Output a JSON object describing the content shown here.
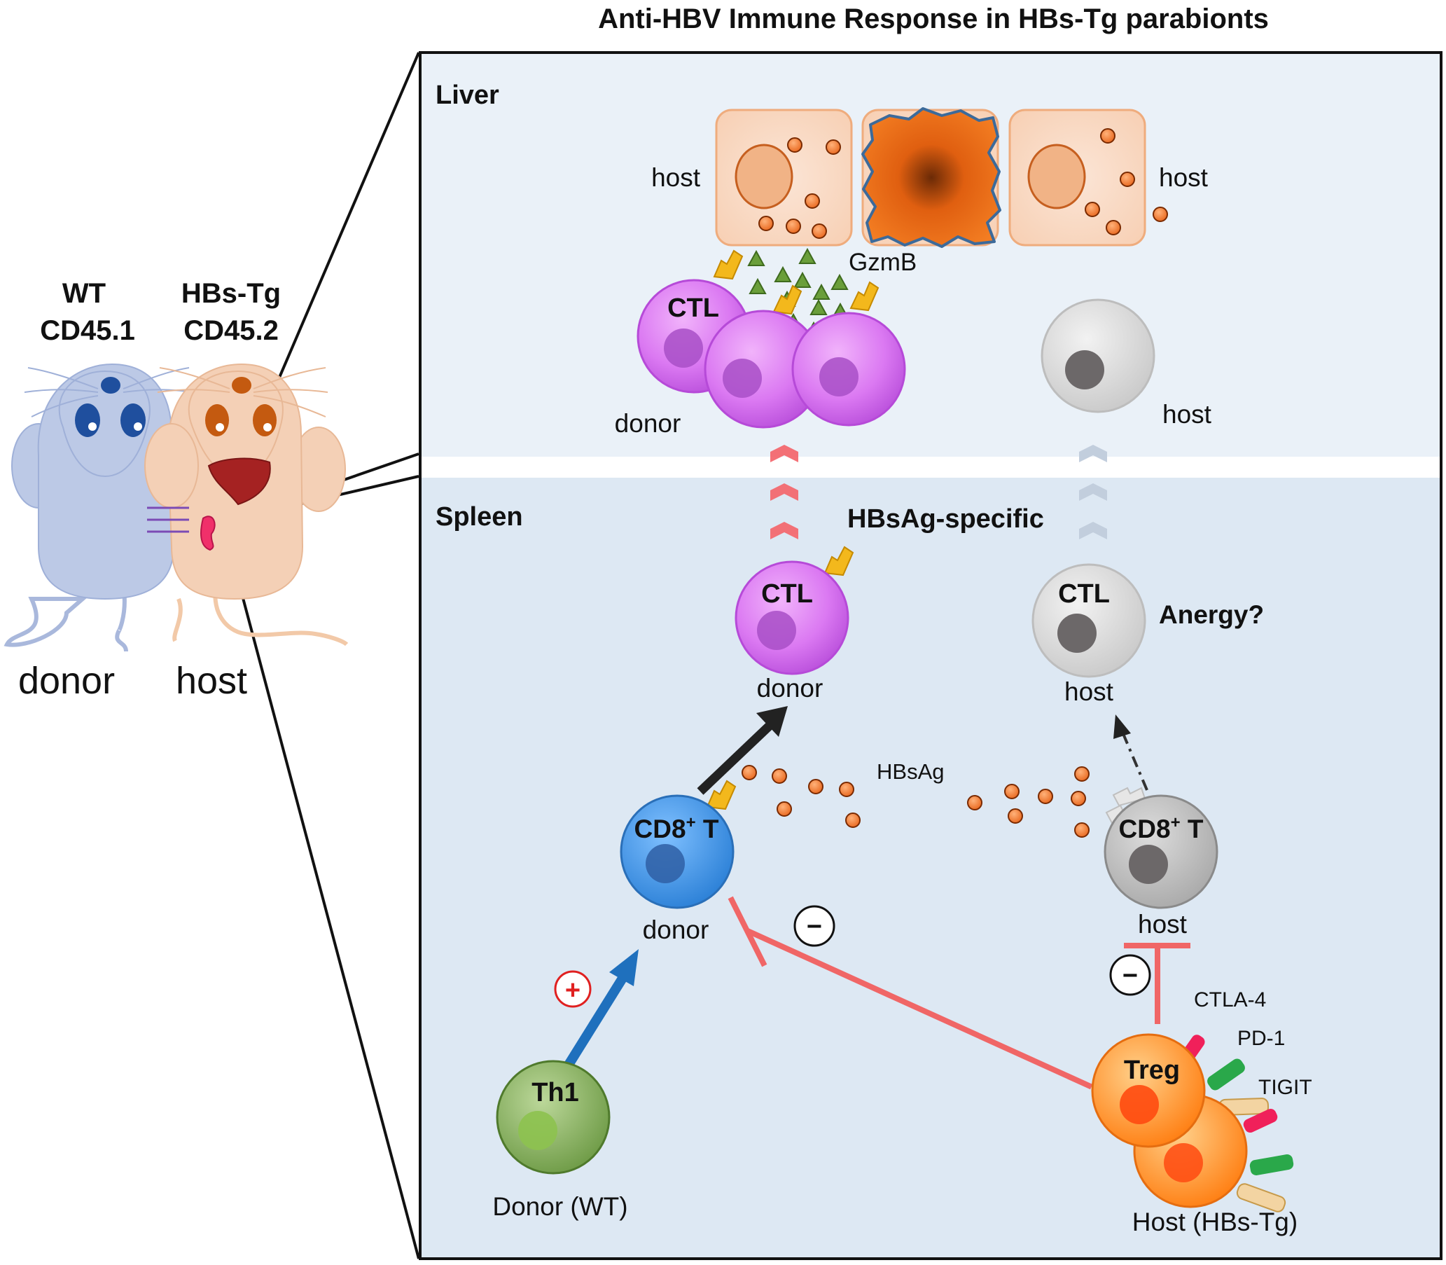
{
  "title": "Anti-HBV Immune Response in HBs-Tg parabionts",
  "mice": {
    "left": {
      "strain": "WT",
      "marker": "CD45.1",
      "role": "donor"
    },
    "right": {
      "strain": "HBs-Tg",
      "marker": "CD45.2",
      "role": "host"
    }
  },
  "liver": {
    "label": "Liver",
    "host_left": "host",
    "host_right": "host",
    "gzmb": "GzmB",
    "ctl_label": "CTL",
    "donor_label": "donor",
    "inactive_host_label": "host"
  },
  "spleen": {
    "label": "Spleen",
    "hbsag_specific": "HBsAg-specific",
    "ctl_donor": {
      "label": "CTL",
      "origin": "donor"
    },
    "ctl_host": {
      "label": "CTL",
      "origin": "host",
      "state": "Anergy?"
    },
    "antigen": "HBsAg",
    "cd8_donor": {
      "label_main": "CD8",
      "label_sup": "+",
      "label_end": " T",
      "origin": "donor"
    },
    "cd8_host": {
      "label_main": "CD8",
      "label_sup": "+",
      "label_end": " T",
      "origin": "host"
    },
    "th1": {
      "label": "Th1",
      "origin": "Donor (WT)"
    },
    "treg": {
      "label": "Treg",
      "origin": "Host (HBs-Tg)"
    },
    "receptors": [
      "CTLA-4",
      "PD-1",
      "TIGIT"
    ],
    "plus_sign": "+",
    "minus_sign": "−"
  },
  "colors": {
    "panel_border": "#111111",
    "liver_bg": "#eaf1f8",
    "spleen_bg": "#dde8f3",
    "ctl_active": "#d56bef",
    "ctl_inactive": "#d9d9d9",
    "cd8_donor": "#3d8fe0",
    "th1": "#8ab35f",
    "treg": "#ff8a1f",
    "hbsag_dot": "#f07a2c",
    "gzmb": "#6a9e3a",
    "inhibit": "#f06666",
    "activate": "#1f70bd"
  }
}
